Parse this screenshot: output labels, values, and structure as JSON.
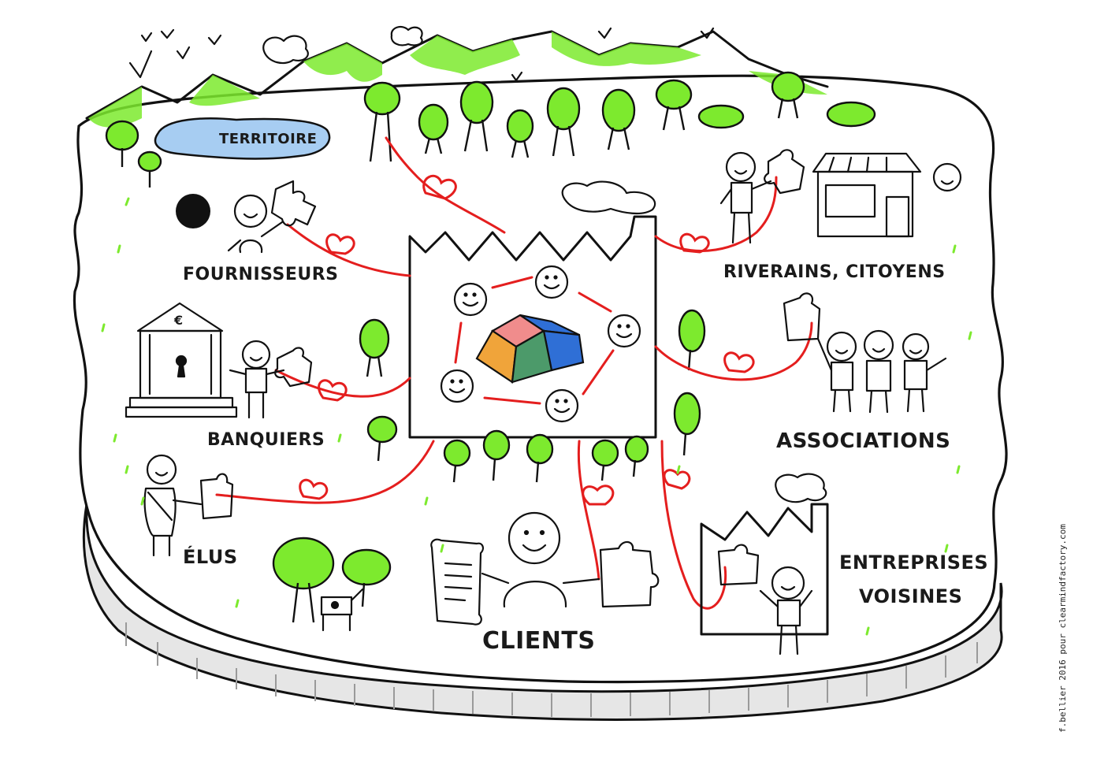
{
  "title": "TERRITOIRE",
  "stakeholders": {
    "fournisseurs": "FOURNISSEURS",
    "banquiers": "BANQUIERS",
    "elus": "ÉLUS",
    "clients": "CLIENTS",
    "riverains": "RIVERAINS, CITOYENS",
    "associations": "ASSOCIATIONS",
    "entreprises_1": "ENTREPRISES",
    "entreprises_2": "VOISINES"
  },
  "credit": "f.bellier 2016 pour clearmindfactory.com",
  "bank_symbol": "€",
  "colors": {
    "link": "#e41e1e",
    "grass": "#7dea2e",
    "lake": "#a7cdf2",
    "ink": "#111111",
    "puzzle": [
      "#f08c8c",
      "#2f6fd6",
      "#f0a43a",
      "#4c9a6a"
    ]
  }
}
